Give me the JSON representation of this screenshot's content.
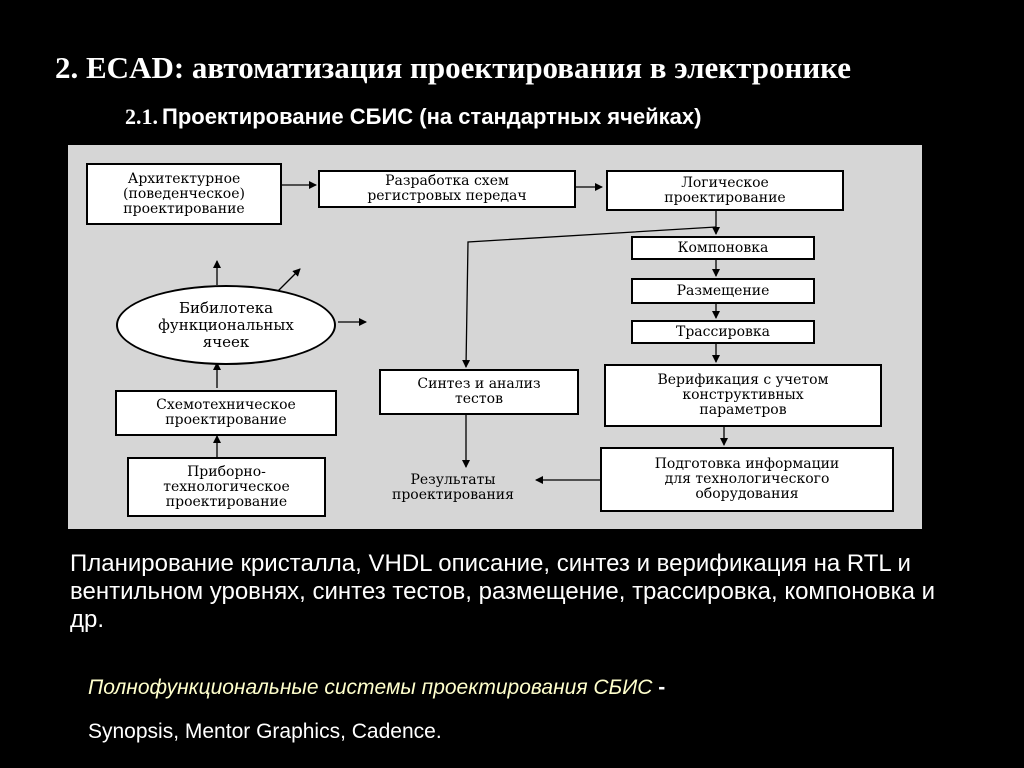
{
  "slide": {
    "title": "2. ECAD: автоматизация проектирования в электронике",
    "subtitle_number": "2.1.",
    "subtitle_text": "Проектирование СБИС (на стандартных ячейках)",
    "body": "Планирование кристалла, VHDL описание, синтез и верификация на RTL и вентильном уровнях, синтез тестов, размещение, трассировка, компоновка и др.",
    "systems_label": "Полнофункциональные системы проектирования СБИС",
    "systems_dash": "-",
    "vendors": "Synopsis, Mentor Graphics, Cadence."
  },
  "diagram": {
    "arch": [
      "Архитектурное",
      "(поведенческое)",
      "проектирование"
    ],
    "rtl": [
      "Разработка схем",
      "регистровых передач"
    ],
    "logic": [
      "Логическое",
      "проектирование"
    ],
    "layout": "Компоновка",
    "placement": "Размещение",
    "routing": "Трассировка",
    "verification": [
      "Верификация с учетом",
      "конструктивных",
      "параметров"
    ],
    "prep": [
      "Подготовка информации",
      "для технологического",
      "оборудования"
    ],
    "test": [
      "Синтез и анализ",
      "тестов"
    ],
    "results": [
      "Результаты",
      "проектирования"
    ],
    "library": [
      "Бибилотека",
      "функциональных",
      "ячеек"
    ],
    "circuit": [
      "Схемотехническое",
      "проектирование"
    ],
    "device": [
      "Приборно-",
      "технологическое",
      "проектирование"
    ]
  }
}
